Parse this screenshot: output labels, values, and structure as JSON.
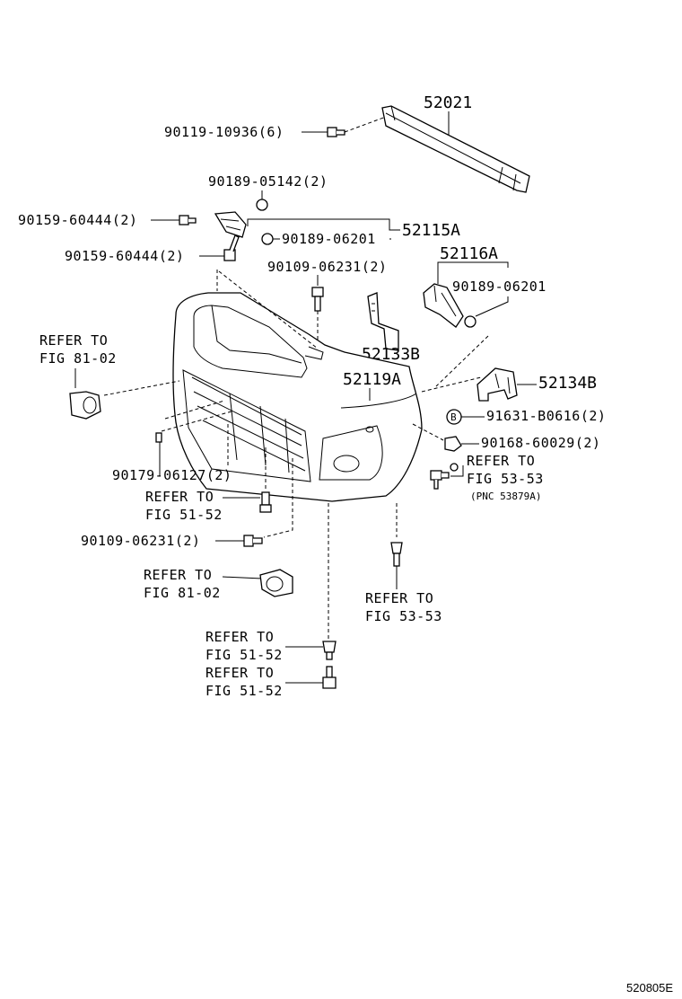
{
  "parts": {
    "reinforcement": "52021",
    "bolt_top": "90119-10936(6)",
    "screw_upper": "90189-05142(2)",
    "bolt_left1": "90159-60444(2)",
    "bolt_left2": "90159-60444(2)",
    "screw_mid": "90189-06201",
    "bracket_a": "52115A",
    "bolt_center": "90109-06231(2)",
    "bracket_b": "52116A",
    "screw_right": "90189-06201",
    "retainer": "52133B",
    "bumper_cover": "52119A",
    "bracket_c": "52134B",
    "clip_b": "91631-B0616(2)",
    "nut_right": "90168-60029(2)",
    "clip_left": "90179-06127(2)",
    "bolt_lower": "90109-06231(2)"
  },
  "refers": {
    "r1_line1": "REFER TO",
    "r1_line2": "FIG 81-02",
    "r2_line1": "REFER TO",
    "r2_line2": "FIG 51-52",
    "r3_line1": "REFER TO",
    "r3_line2": "FIG 81-02",
    "r4_line1": "REFER TO",
    "r4_line2": "FIG 53-53",
    "r4_pnc": "(PNC 53879A)",
    "r5_line1": "REFER TO",
    "r5_line2": "FIG 53-53",
    "r6_line1": "REFER TO",
    "r6_line2": "FIG 51-52",
    "r7_line1": "REFER TO",
    "r7_line2": "FIG 51-52"
  },
  "symbol_b": "B",
  "diagram_code": "520805E"
}
